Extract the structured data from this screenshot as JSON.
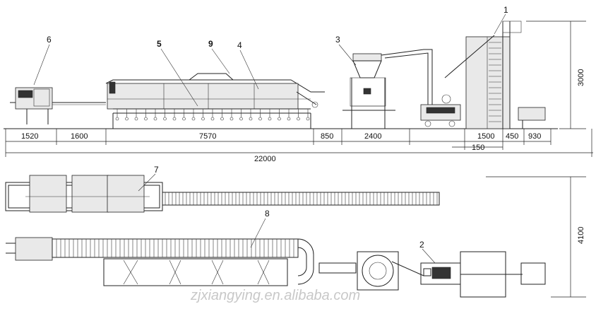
{
  "labels": {
    "l1": "1",
    "l2": "2",
    "l3": "3",
    "l4": "4",
    "l5": "5",
    "l6": "6",
    "l7": "7",
    "l8": "8",
    "l9": "9"
  },
  "dimensions": {
    "d1520": "1520",
    "d1600": "1600",
    "d7570": "7570",
    "d850": "850",
    "d2400": "2400",
    "d1500": "1500",
    "d450": "450",
    "d930": "930",
    "d150": "150",
    "total": "22000",
    "height": "3000",
    "width_plan": "4100"
  },
  "watermark": "zjxiangying.en.alibaba.com"
}
